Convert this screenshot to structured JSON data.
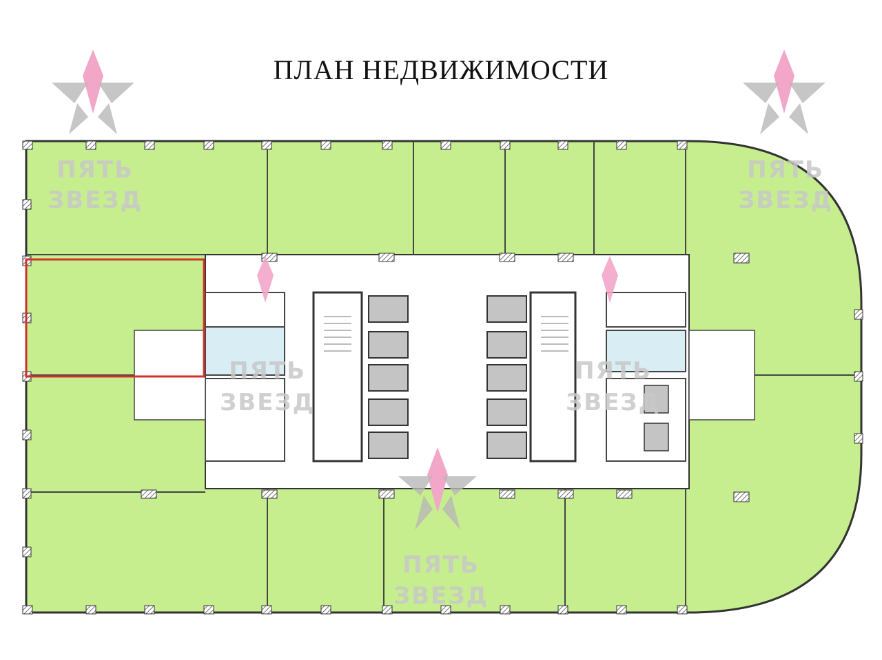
{
  "title": "ПЛАН НЕДВИЖИМОСТИ",
  "watermark": {
    "line1": "ПЯТЬ",
    "line2": "ЗВЕЗД"
  },
  "colors": {
    "office": "#c6ee8e",
    "core": "#ffffff",
    "wet_rooms": "#d9eef4",
    "elevator": "#c4c4c4",
    "wall": "#333333",
    "selection": "#d0322a",
    "watermark_pink": "#f2a6c8",
    "watermark_gray": "#b8b8b8"
  },
  "selected_unit": "left-middle office"
}
